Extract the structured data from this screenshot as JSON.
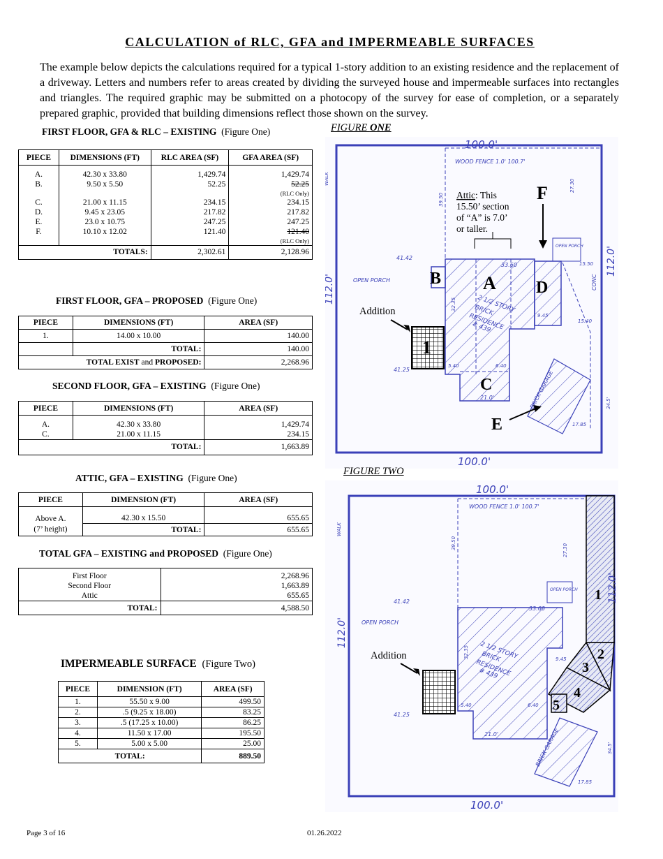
{
  "title": "CALCULATION of RLC, GFA and IMPERMEABLE SURFACES",
  "intro": "The example below depicts the calculations required for a typical 1-story addition to an existing residence and the replacement of a driveway.  Letters and numbers refer to areas created by dividing the surveyed house and impermeable surfaces into rectangles and triangles.  The required graphic may be submitted on a photocopy of the survey for ease of completion, or a separately prepared graphic, provided that building dimensions reflect those shown on the survey.",
  "t1": {
    "heading": "FIRST FLOOR, GFA & RLC – EXISTING",
    "fig": "(Figure One)",
    "headers": [
      "PIECE",
      "DIMENSIONS (FT)",
      "RLC AREA (SF)",
      "GFA AREA (SF)"
    ],
    "rows": [
      {
        "piece": "A.",
        "dim": "42.30 x 33.80",
        "rlc": "1,429.74",
        "gfa": "1,429.74"
      },
      {
        "piece": "B.",
        "dim": "9.50 x 5.50",
        "rlc": "52.25",
        "gfa": "52.25",
        "note": "(RLC Only)"
      },
      {
        "piece": "C.",
        "dim": "21.00 x 11.15",
        "rlc": "234.15",
        "gfa": "234.15"
      },
      {
        "piece": "D.",
        "dim": "9.45 x 23.05",
        "rlc": "217.82",
        "gfa": "217.82"
      },
      {
        "piece": "E.",
        "dim": "23.0 x 10.75",
        "rlc": "247.25",
        "gfa": "247.25"
      },
      {
        "piece": "F.",
        "dim": "10.10 x 12.02",
        "rlc": "121.40",
        "gfa": "121.40",
        "note": "(RLC Only)"
      }
    ],
    "totals_label": "TOTALS:",
    "total_rlc": "2,302.61",
    "total_gfa": "2,128.96"
  },
  "t2": {
    "heading": "FIRST FLOOR, GFA – PROPOSED",
    "fig": "(Figure One)",
    "headers": [
      "PIECE",
      "DIMENSIONS (FT)",
      "AREA (SF)"
    ],
    "row": {
      "piece": "1.",
      "dim": "14.00 x 10.00",
      "area": "140.00"
    },
    "total_label": "TOTAL:",
    "total": "140.00",
    "total_exist_a": "TOTAL EXIST",
    "total_exist_b": " and ",
    "total_exist_c": "PROPOSED:",
    "total_exist": "2,268.96"
  },
  "t3": {
    "heading": "SECOND FLOOR, GFA – EXISTING",
    "fig": "(Figure One)",
    "headers": [
      "PIECE",
      "DIMENSIONS (FT)",
      "AREA (SF)"
    ],
    "rows": [
      {
        "piece": "A.",
        "dim": "42.30 x 33.80",
        "area": "1,429.74"
      },
      {
        "piece": "C.",
        "dim": "21.00 x 11.15",
        "area": "234.15"
      }
    ],
    "total_label": "TOTAL:",
    "total": "1,663.89"
  },
  "t4": {
    "heading": "ATTIC, GFA – EXISTING",
    "fig": "(Figure One)",
    "headers": [
      "PIECE",
      "DIMENSION (FT)",
      "AREA (SF)"
    ],
    "piece": "Above A.",
    "piece2": "(7’ height)",
    "dim": "42.30 x 15.50",
    "area": "655.65",
    "total_label": "TOTAL:",
    "total": "655.65"
  },
  "t5": {
    "heading": "TOTAL GFA – EXISTING and PROPOSED",
    "fig": "(Figure One)",
    "rows": [
      {
        "label": "First Floor",
        "value": "2,268.96"
      },
      {
        "label": "Second Floor",
        "value": "1,663.89"
      },
      {
        "label": "Attic",
        "value": "655.65"
      }
    ],
    "total_label": "TOTAL:",
    "total": "4,588.50"
  },
  "t6": {
    "heading": "IMPERMEABLE SURFACE",
    "fig": "(Figure Two)",
    "headers": [
      "PIECE",
      "DIMENSION (FT)",
      "AREA (SF)"
    ],
    "rows": [
      {
        "piece": "1.",
        "dim": "55.50 x 9.00",
        "area": "499.50"
      },
      {
        "piece": "2.",
        "dim": ".5 (9.25 x 18.00)",
        "area": "83.25"
      },
      {
        "piece": "3.",
        "dim": ".5 (17.25 x 10.00)",
        "area": "86.25"
      },
      {
        "piece": "4.",
        "dim": "11.50 x 17.00",
        "area": "195.50"
      },
      {
        "piece": "5.",
        "dim": "5.00 x 5.00",
        "area": "25.00"
      }
    ],
    "total_label": "TOTAL:",
    "total": "889.50"
  },
  "fig1": {
    "label_a": "FIGURE ",
    "label_b": "ONE",
    "attic_a": "Attic",
    "attic_b": ": This",
    "attic_c": "15.50’ section",
    "attic_d": "of “A” is 7.0’",
    "attic_e": "or taller.",
    "addition": "Addition",
    "letters": [
      "A",
      "B",
      "C",
      "D",
      "E",
      "F",
      "1"
    ],
    "hand": {
      "top": "100.0'",
      "bottom": "100.0'",
      "left": "112.0'",
      "right": "112.0'",
      "fence": "WOOD FENCE 1.0' 100.7'",
      "porch": "OPEN PORCH",
      "res1": "2 1/2 STORY",
      "res2": "BRICK",
      "res3": "RESIDENCE",
      "res4": "# 439",
      "garage": "BRICK GARAGE",
      "d4142": "41.42",
      "d4125": "41.25",
      "d3360": "33.60",
      "walk": "WALK",
      "conc": "CONC",
      "d2730": "27.30",
      "d3950": "39.50",
      "d1550": "15.50",
      "d1540": "15.40",
      "d210": "21.0'",
      "d3235": "32.35",
      "d945": "9.45",
      "d540": "5.40",
      "d640": "6.40",
      "d1785": "17.85",
      "opor": "OPEN PORCH",
      "d345": "34.5'"
    }
  },
  "fig2": {
    "label": "FIGURE TWO",
    "addition": "Addition",
    "pieces": [
      "1",
      "2",
      "3",
      "4",
      "5"
    ]
  },
  "footer": {
    "page": "Page 3 of 16",
    "date": "01.26.2022"
  },
  "colors": {
    "survey_ink": "#3a40b8"
  }
}
